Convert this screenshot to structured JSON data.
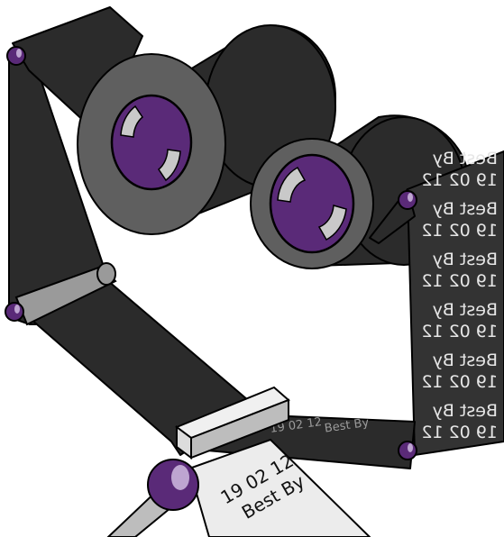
{
  "label": {
    "line1": "19 02 12",
    "line2": "Best By"
  },
  "ribbon_imprint": [
    {
      "line1": "Best By",
      "line2": "19 02 12"
    },
    {
      "line1": "Best By",
      "line2": "19 02 12"
    },
    {
      "line1": "Best By",
      "line2": "19 02 12"
    },
    {
      "line1": "Best By",
      "line2": "19 02 12"
    },
    {
      "line1": "Best By",
      "line2": "19 02 12"
    },
    {
      "line1": "Best By",
      "line2": "19 02 12"
    }
  ],
  "colors": {
    "ribbon": "#2b2b2b",
    "hub": "#5a2a78",
    "paper": "#ececec",
    "head": "#dcdcdc"
  }
}
